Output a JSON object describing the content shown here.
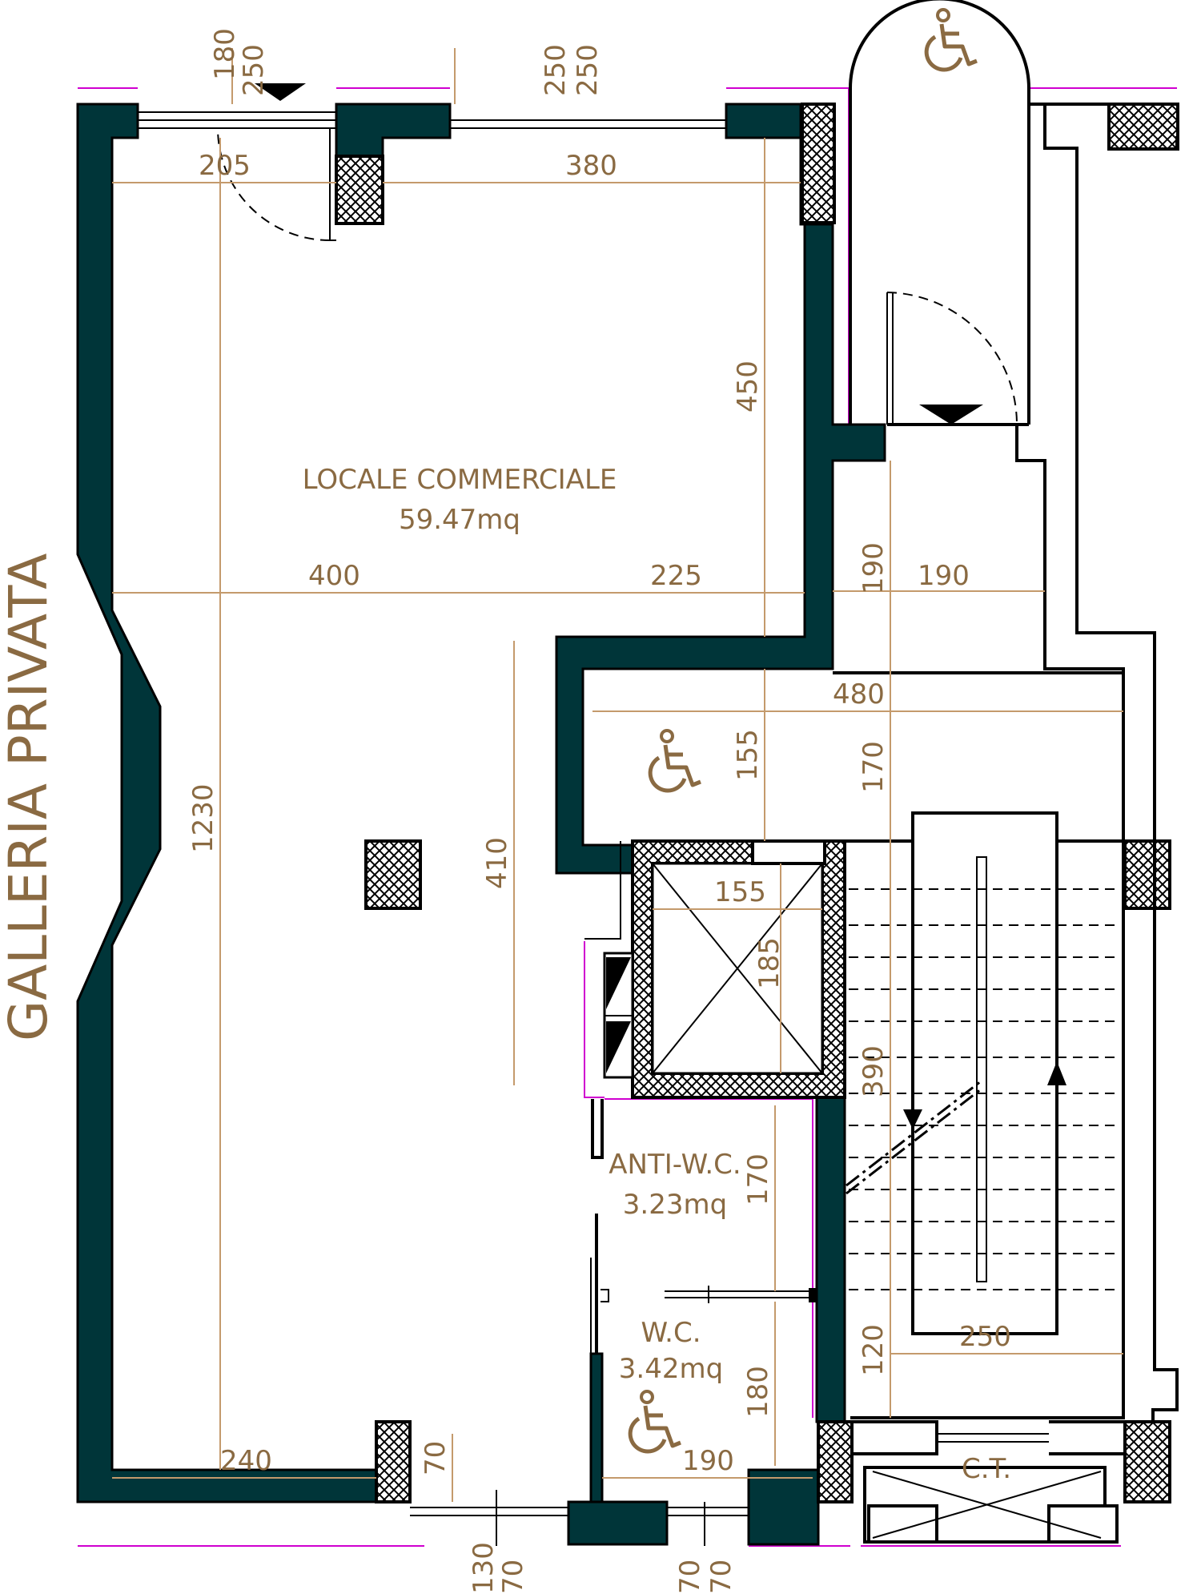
{
  "corridor_label": "GALLERIA PRIVATA",
  "rooms": {
    "locale_name": "LOCALE COMMERCIALE",
    "locale_area": "59.47mq",
    "anti_wc_name": "ANTI-W.C.",
    "anti_wc_area": "3.23mq",
    "wc_name": "W.C.",
    "wc_area": "3.42mq",
    "boiler_label": "C.T."
  },
  "dimensions": {
    "top_180": "180",
    "top_250a": "250",
    "top_250b": "250",
    "top_250c": "250",
    "w205": "205",
    "w380": "380",
    "h450": "450",
    "w400": "400",
    "w225": "225",
    "h190": "190",
    "w190": "190",
    "w480": "480",
    "h155": "155",
    "h170_stair": "170",
    "h1230": "1230",
    "h410": "410",
    "lift_w155": "155",
    "lift_h185": "185",
    "h390": "390",
    "h170_wc": "170",
    "h120": "120",
    "w250_stair": "250",
    "h180_wc": "180",
    "w240": "240",
    "h70": "70",
    "w190_wc": "190",
    "bot_130": "130",
    "bot_70a": "70",
    "bot_70b": "70",
    "bot_70c": "70"
  },
  "icons": [
    "wheelchair-icon",
    "wheelchair-icon",
    "wheelchair-icon"
  ],
  "colors": {
    "wall": "#003539",
    "dimension": "#c49a6c",
    "text": "#8a6a42",
    "outline": "#d000d0"
  }
}
